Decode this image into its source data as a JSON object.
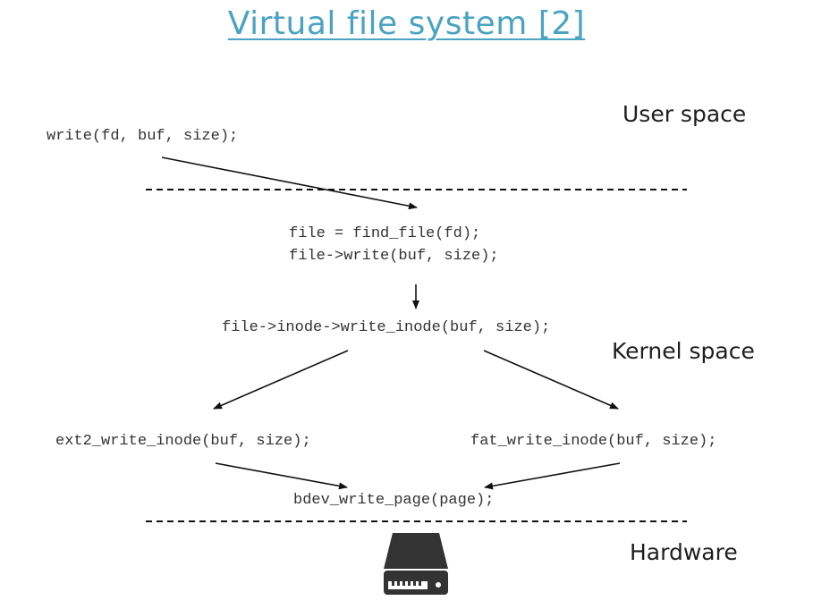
{
  "title": "Virtual file system [2]",
  "regions": {
    "user_space": "User space",
    "kernel_space": "Kernel space",
    "hardware": "Hardware"
  },
  "code": {
    "user_call": "write(fd, buf, size);",
    "kernel_find_file": "file = find_file(fd);",
    "kernel_file_write": "file->write(buf, size);",
    "inode_write": "file->inode->write_inode(buf, size);",
    "ext2_write": "ext2_write_inode(buf, size);",
    "fat_write": "fat_write_inode(buf, size);",
    "bdev_write": "bdev_write_page(page);"
  },
  "icons": {
    "hardware": "hard-drive-icon"
  },
  "colors": {
    "title": "#4aa3c2",
    "code_text": "#333333",
    "line": "#111111"
  }
}
